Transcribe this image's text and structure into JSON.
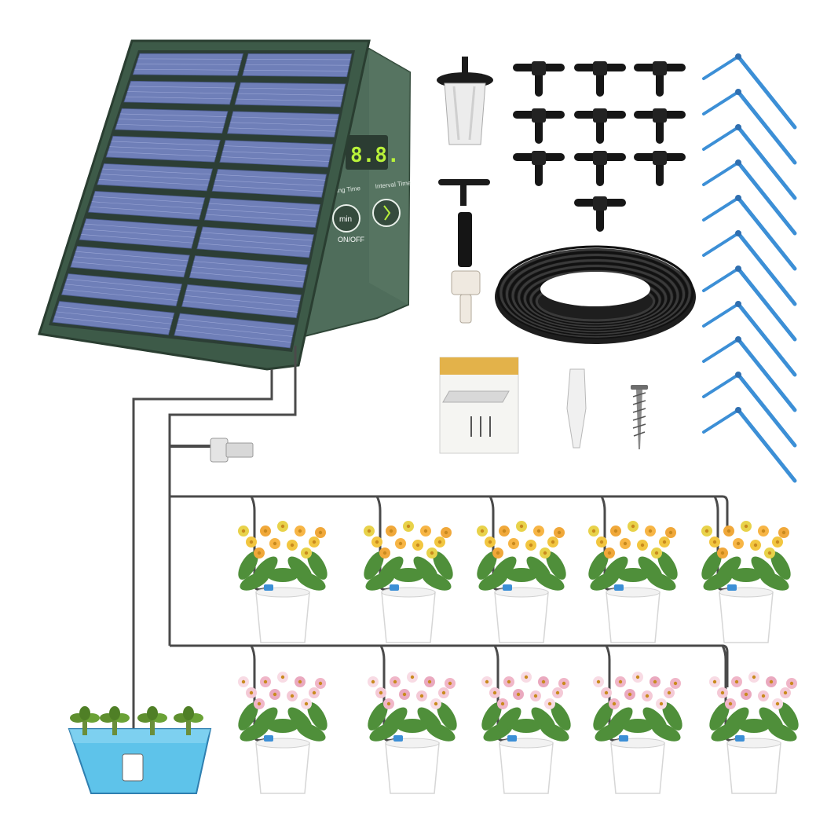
{
  "controller": {
    "display": "8.8.",
    "label_watering": "ering Time",
    "label_interval": "Interval Time",
    "knob_text": "min",
    "onoff": "ON/OFF"
  },
  "colors": {
    "panel_green": "#3d5a48",
    "cell_blue": "#6f7fb8",
    "lcd_green": "#b9f23a",
    "tube": "#4a4a4a",
    "water": "#5ec3ea",
    "dripper_blue": "#3c8fd6"
  },
  "kit": {
    "tee_count": 10,
    "stake_count": 11,
    "plant_count": 10,
    "manual_visible": true
  }
}
